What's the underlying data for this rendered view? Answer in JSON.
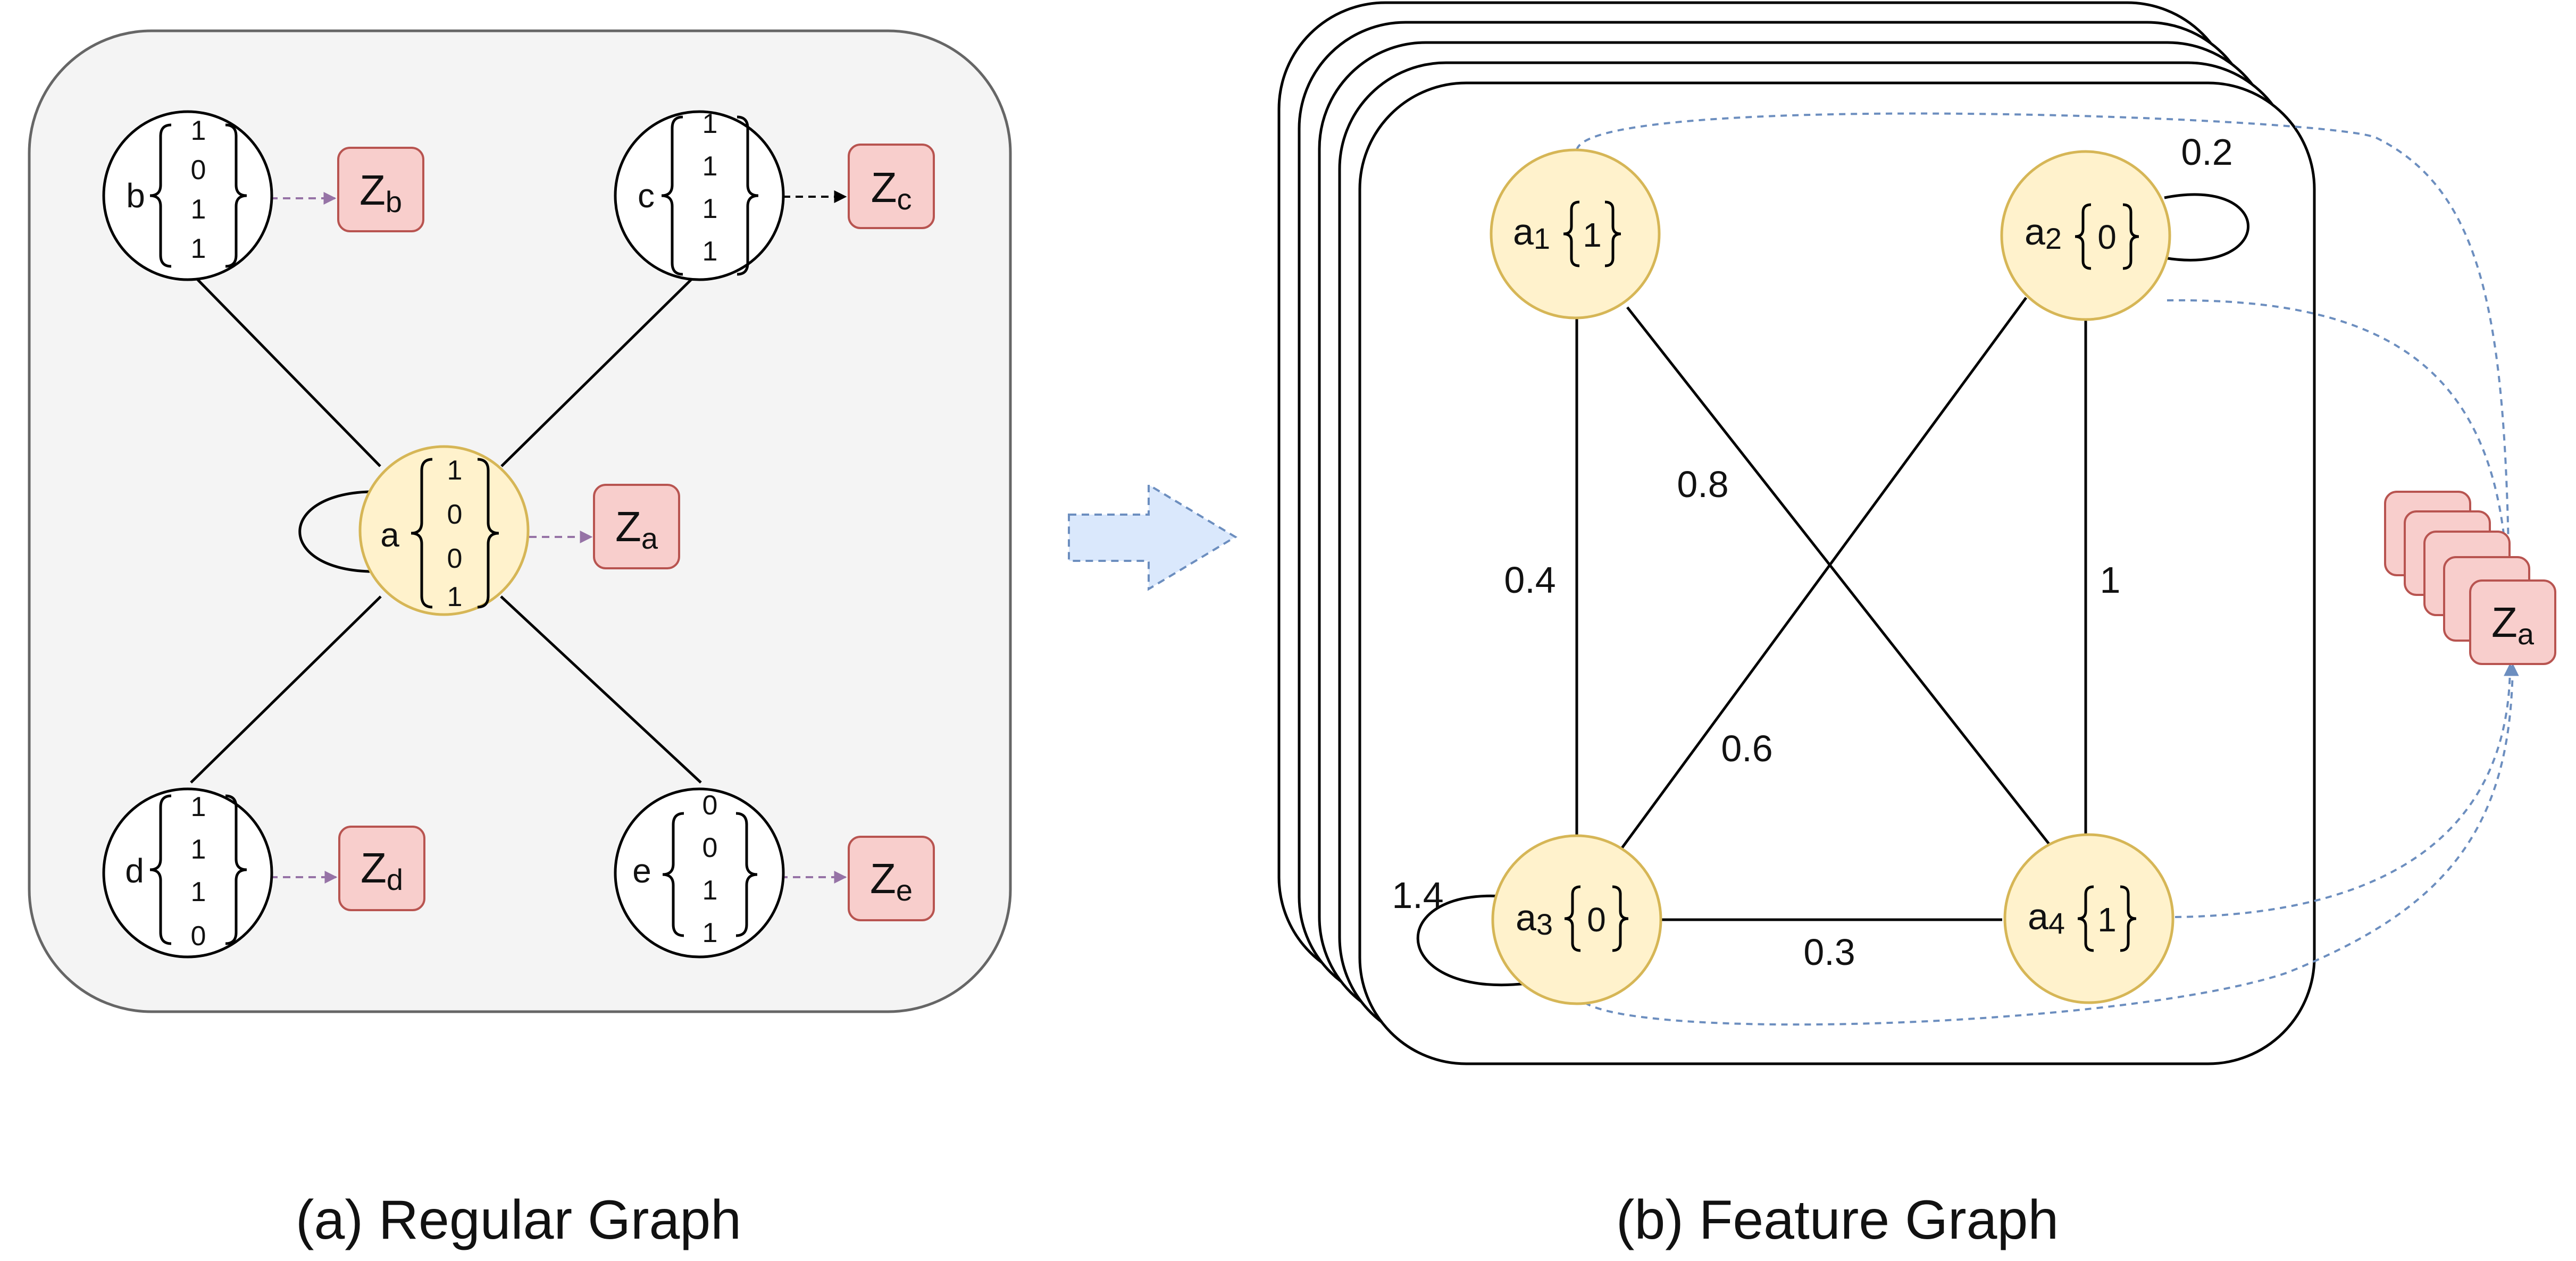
{
  "colors": {
    "panel_fill": "#f4f4f4",
    "panel_stroke": "#666666",
    "node_fill": "#fff2cc",
    "node_stroke": "#d6b656",
    "z_fill": "#f8cecc",
    "z_stroke": "#b85450",
    "purple_arrow": "#9673a6",
    "blue_arrow": "#6c8ebf",
    "big_arrow_fill": "#dae8fc"
  },
  "regular_graph": {
    "caption": "(a) Regular Graph",
    "nodes": {
      "a": {
        "label": "a",
        "vector": [
          "1",
          "0",
          "0",
          "1"
        ],
        "output": {
          "main": "Z",
          "sub": "a"
        }
      },
      "b": {
        "label": "b",
        "vector": [
          "1",
          "0",
          "1",
          "1"
        ],
        "output": {
          "main": "Z",
          "sub": "b"
        }
      },
      "c": {
        "label": "c",
        "vector": [
          "1",
          "1",
          "1",
          "1"
        ],
        "output": {
          "main": "Z",
          "sub": "c"
        }
      },
      "d": {
        "label": "d",
        "vector": [
          "1",
          "1",
          "1",
          "0"
        ],
        "output": {
          "main": "Z",
          "sub": "d"
        }
      },
      "e": {
        "label": "e",
        "vector": [
          "0",
          "0",
          "1",
          "1"
        ],
        "output": {
          "main": "Z",
          "sub": "e"
        }
      }
    }
  },
  "feature_graph": {
    "caption": "(b) Feature Graph",
    "nodes": {
      "a1": {
        "main": "a",
        "sub": "1",
        "value": "1"
      },
      "a2": {
        "main": "a",
        "sub": "2",
        "value": "0"
      },
      "a3": {
        "main": "a",
        "sub": "3",
        "value": "0"
      },
      "a4": {
        "main": "a",
        "sub": "4",
        "value": "1"
      }
    },
    "weights": {
      "a2_self": "0.2",
      "a1_a4": "0.8",
      "a1_a3": "0.4",
      "a2_a4": "1",
      "a2_a3": "0.6",
      "a3_self": "1.4",
      "a3_a4": "0.3"
    },
    "output": {
      "main": "Z",
      "sub": "a"
    }
  }
}
